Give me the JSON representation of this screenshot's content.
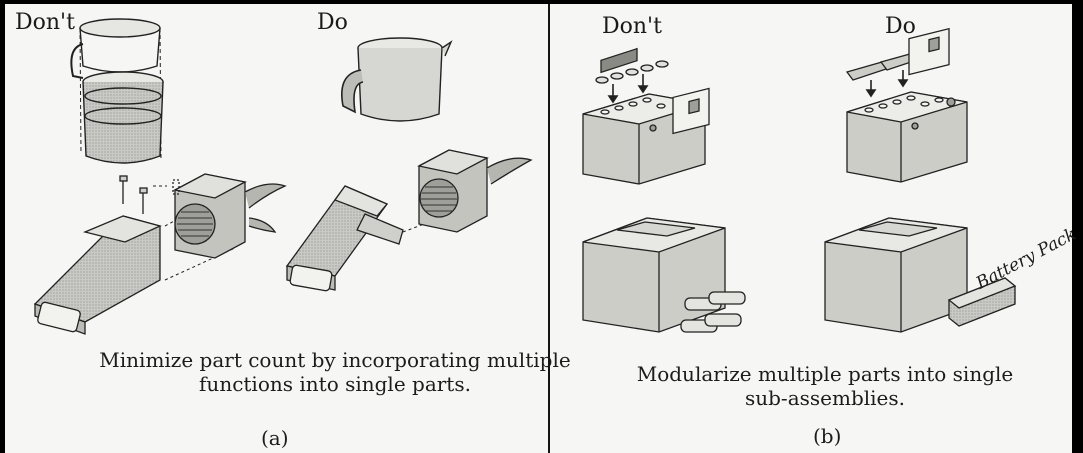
{
  "panel_a": {
    "dont_label": "Don't",
    "do_label": "Do",
    "caption_line1": "Minimize part count by incorporating multiple",
    "caption_line2": "functions into single parts.",
    "letter": "(a)"
  },
  "panel_b": {
    "dont_label": "Don't",
    "do_label": "Do",
    "caption_line1": "Modularize multiple parts into single",
    "caption_line2": "sub-assemblies.",
    "letter": "(b)",
    "battery_pack_label": "Battery Pack"
  }
}
